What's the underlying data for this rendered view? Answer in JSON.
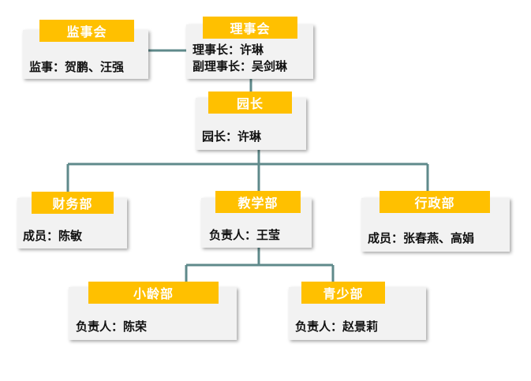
{
  "colors": {
    "tag_fill": "#ffc000",
    "tag_text": "#ffffff",
    "box_fill": "#f2f2f2",
    "connector": "#5f8a8b"
  },
  "supervisory": {
    "title": "监事会",
    "line1": "监事：贺鹏、汪强"
  },
  "board": {
    "title": "理事会",
    "line1": "理事长：许琳",
    "line2": "副理事长：吴剑琳"
  },
  "principal": {
    "title": "园长",
    "line1": "园长：许琳"
  },
  "finance": {
    "title": "财务部",
    "line1": "成员：陈敏"
  },
  "teaching": {
    "title": "教学部",
    "line1": "负责人：王莹"
  },
  "admin": {
    "title": "行政部",
    "line1": "成员：张春燕、高娟"
  },
  "junior": {
    "title": "小龄部",
    "line1": "负责人：陈荣"
  },
  "youth": {
    "title": "青少部",
    "line1": "负责人：赵景莉"
  }
}
